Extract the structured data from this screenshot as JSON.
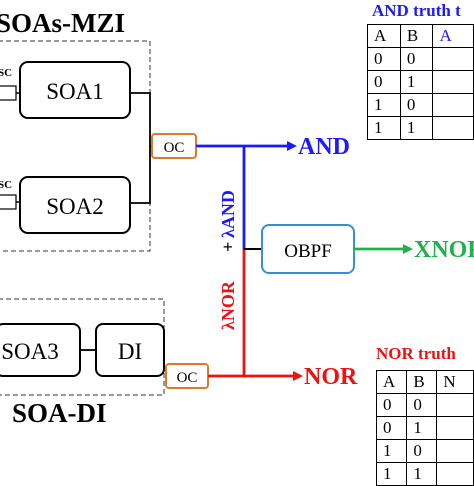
{
  "soas_mzi": {
    "title": "SOAs-MZI",
    "soa1": "SOA1",
    "soa2": "SOA2",
    "sc_top": "SC",
    "sc_bottom": "SC"
  },
  "soa_di": {
    "title": "SOA-DI",
    "soa3": "SOA3",
    "di": "DI"
  },
  "coupler_top": "OC",
  "coupler_bottom": "OC",
  "filter": "OBPF",
  "outputs": {
    "and": "AND",
    "xnor": "XNOR",
    "nor": "NOR"
  },
  "lambda_labels": {
    "and": "λAND",
    "nor": "λNOR"
  },
  "plus": "+",
  "colors": {
    "and_line": "#1a1aff",
    "xnor_line": "#22b04b",
    "nor_line": "#ee1111",
    "coupler_border": "#e07a2a",
    "filter_border": "#3a8fd0"
  },
  "and_table": {
    "title": "AND truth t",
    "header": [
      "A",
      "B",
      "A"
    ],
    "rows": [
      [
        "0",
        "0",
        ""
      ],
      [
        "0",
        "1",
        ""
      ],
      [
        "1",
        "0",
        ""
      ],
      [
        "1",
        "1",
        ""
      ]
    ]
  },
  "nor_table": {
    "title": "NOR truth",
    "header": [
      "A",
      "B",
      "N"
    ],
    "rows": [
      [
        "0",
        "0",
        ""
      ],
      [
        "0",
        "1",
        ""
      ],
      [
        "1",
        "0",
        ""
      ],
      [
        "1",
        "1",
        ""
      ]
    ]
  }
}
